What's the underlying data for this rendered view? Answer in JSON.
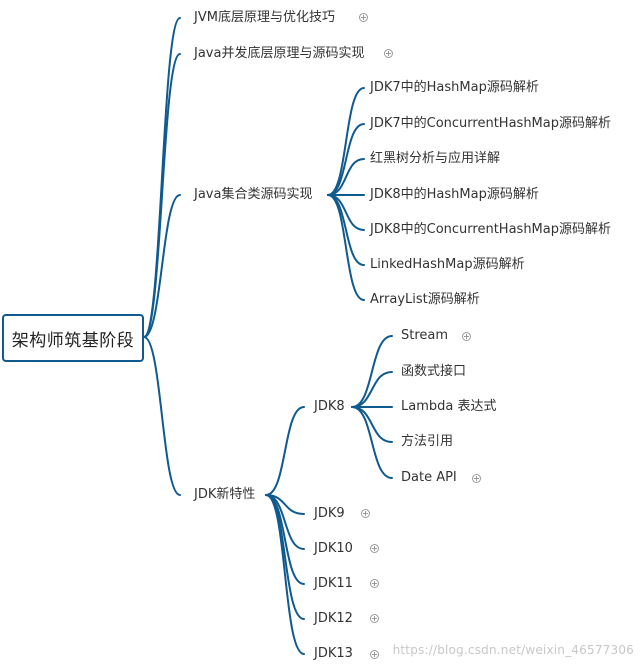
{
  "root": {
    "label": "架构师筑基阶段"
  },
  "level1": [
    {
      "id": "jvm",
      "label": "JVM底层原理与优化技巧",
      "collapsed": true
    },
    {
      "id": "concurrency",
      "label": "Java并发底层原理与源码实现",
      "collapsed": true
    },
    {
      "id": "collections",
      "label": "Java集合类源码实现",
      "collapsed": false
    },
    {
      "id": "jdk-new",
      "label": "JDK新特性",
      "collapsed": false
    }
  ],
  "collections_children": [
    "JDK7中的HashMap源码解析",
    "JDK7中的ConcurrentHashMap源码解析",
    "红黑树分析与应用详解",
    "JDK8中的HashMap源码解析",
    "JDK8中的ConcurrentHashMap源码解析",
    "LinkedHashMap源码解析",
    "ArrayList源码解析"
  ],
  "jdk_versions": [
    {
      "label": "JDK8",
      "collapsed": false
    },
    {
      "label": "JDK9",
      "collapsed": true
    },
    {
      "label": "JDK10",
      "collapsed": true
    },
    {
      "label": "JDK11",
      "collapsed": true
    },
    {
      "label": "JDK12",
      "collapsed": true
    },
    {
      "label": "JDK13",
      "collapsed": true
    }
  ],
  "jdk8_children": [
    {
      "label": "Stream",
      "collapsed": true
    },
    {
      "label": "函数式接口",
      "collapsed": false
    },
    {
      "label": "Lambda 表达式",
      "collapsed": false
    },
    {
      "label": "方法引用",
      "collapsed": false
    },
    {
      "label": "Date API",
      "collapsed": true
    }
  ],
  "icons": {
    "expand": "plus-circle-icon"
  },
  "colors": {
    "connector": "#0f5a8e",
    "text": "#333333",
    "watermark": "#c8c8c8"
  },
  "watermark": "https://blog.csdn.net/weixin_46577306"
}
